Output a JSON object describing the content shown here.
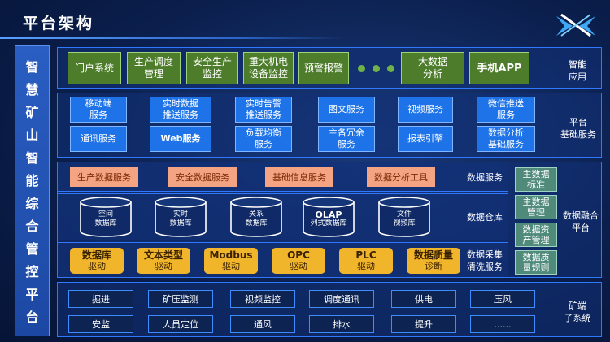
{
  "title": "平台架构",
  "left_column": [
    "智",
    "慧",
    "矿",
    "山",
    "智",
    "能",
    "综",
    "合",
    "管",
    "控",
    "平",
    "台"
  ],
  "app_layer": {
    "label": [
      "智能",
      "应用"
    ],
    "items": [
      "门户系统",
      "生产调度\n管理",
      "安全生产\n监控",
      "重大机电\n设备监控",
      "预警报警",
      "大数据\n分析",
      "手机APP"
    ]
  },
  "base_layer": {
    "label": [
      "平台",
      "基础服务"
    ],
    "row1": [
      "移动端\n服务",
      "实时数据\n推送服务",
      "实时告警\n推送服务",
      "图文服务",
      "视频服务",
      "微信推送\n服务"
    ],
    "row2": [
      "通讯服务",
      "Web服务",
      "负载均衡\n服务",
      "主备冗余\n服务",
      "报表引擎",
      "数据分析\n基础服务"
    ]
  },
  "data_service": {
    "label": "数据服务",
    "items": [
      "生产数据服务",
      "安全数据服务",
      "基础信息服务",
      "数据分析工具"
    ]
  },
  "data_warehouse": {
    "label": "数据仓库",
    "items": [
      {
        "l1": "空间",
        "l2": "数据库"
      },
      {
        "l1": "实时",
        "l2": "数据库"
      },
      {
        "l1": "关系",
        "l2": "数据库"
      },
      {
        "l1": "OLAP",
        "l2": "列式数据库"
      },
      {
        "l1": "文件",
        "l2": "视频库"
      }
    ]
  },
  "data_collect": {
    "label": [
      "数据采集",
      "清洗服务"
    ],
    "items": [
      {
        "l1": "数据库",
        "l2": "驱动"
      },
      {
        "l1": "文本类型",
        "l2": "驱动"
      },
      {
        "l1": "Modbus",
        "l2": "驱动"
      },
      {
        "l1": "OPC",
        "l2": "驱动"
      },
      {
        "l1": "PLC",
        "l2": "驱动"
      },
      {
        "l1": "数据质量",
        "l2": "诊断"
      }
    ]
  },
  "data_fusion": {
    "label": [
      "数据融合",
      "平台"
    ],
    "items": [
      "主数据\n标准",
      "主数据\n管理",
      "数据资\n产管理",
      "数据质\n量规则"
    ]
  },
  "subsystem_layer": {
    "label": [
      "矿端",
      "子系统"
    ],
    "row1": [
      "掘进",
      "矿压监测",
      "视频监控",
      "调度通讯",
      "供电",
      "压风"
    ],
    "row2": [
      "安监",
      "人员定位",
      "通风",
      "排水",
      "提升",
      "......"
    ]
  }
}
